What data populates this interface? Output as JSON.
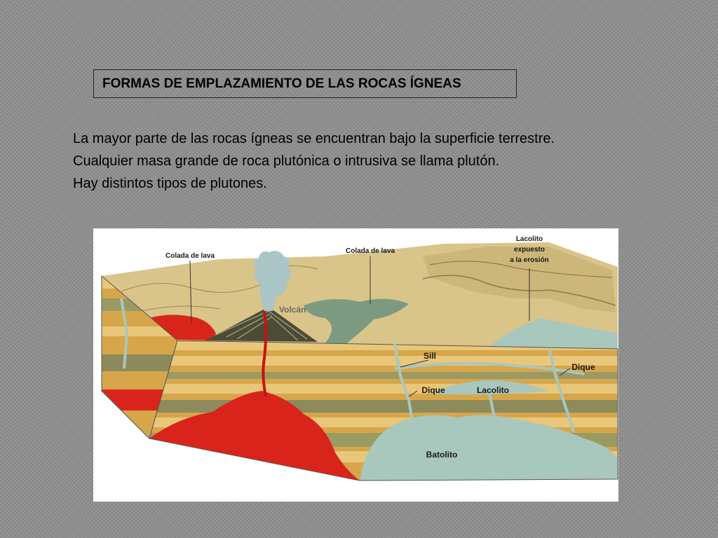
{
  "slide": {
    "title": "FORMAS DE EMPLAZAMIENTO DE LAS ROCAS ÍGNEAS",
    "lines": [
      "La mayor parte de las rocas ígneas se encuentran bajo la superficie terrestre.",
      "Cualquier masa grande de roca plutónica o intrusiva se llama plutón.",
      "Hay distintos tipos de plutones."
    ]
  },
  "diagram": {
    "labels": {
      "lava_flow_left": "Colada de lava",
      "lava_flow_center": "Colada de lava",
      "laccolith_exposed_1": "Lacolito",
      "laccolith_exposed_2": "expuesto",
      "laccolith_exposed_3": "a la erosión",
      "volcano": "Volcán",
      "sill": "Sill",
      "dike_right": "Dique",
      "dike_center": "Dique",
      "laccolith": "Lacolito",
      "batholith": "Batolito"
    },
    "colors": {
      "magma": "#d9241b",
      "intrusive": "#a8c7bd",
      "sand": "#e8c77a",
      "ochre": "#d7a64a",
      "olive": "#9c9a63",
      "lava_flow": "#7c9a80",
      "surface": "#d9c48a"
    }
  }
}
